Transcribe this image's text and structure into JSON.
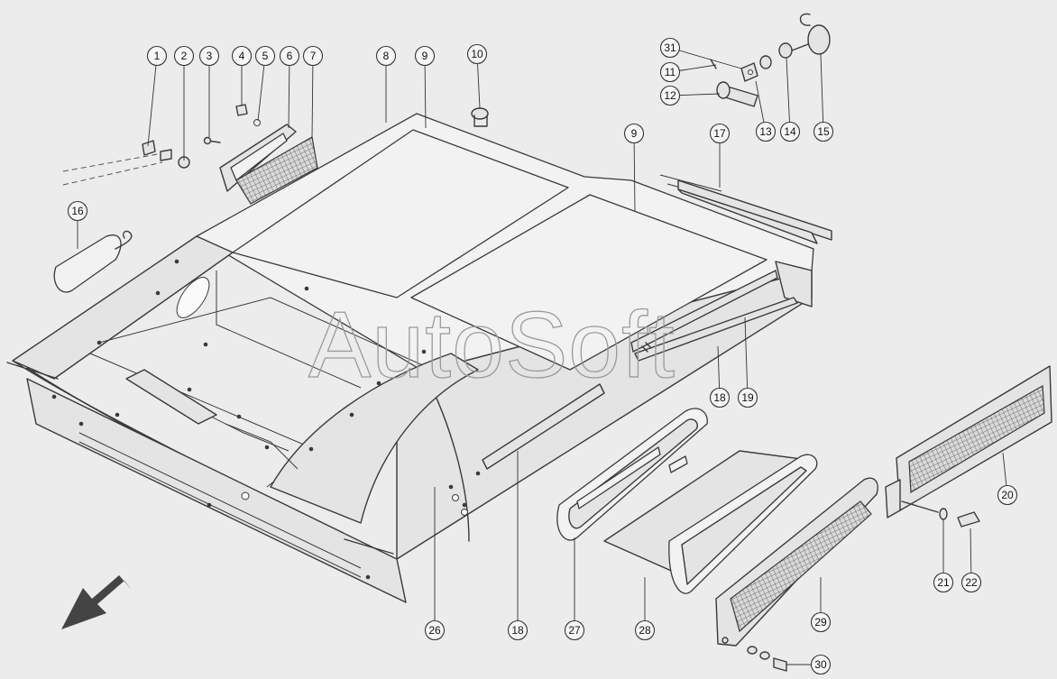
{
  "watermark": "AutoSoft",
  "callouts": [
    {
      "label": "1"
    },
    {
      "label": "2"
    },
    {
      "label": "3"
    },
    {
      "label": "4"
    },
    {
      "label": "5"
    },
    {
      "label": "6"
    },
    {
      "label": "7"
    },
    {
      "label": "8"
    },
    {
      "label": "9"
    },
    {
      "label": "10"
    },
    {
      "label": "31"
    },
    {
      "label": "11"
    },
    {
      "label": "12"
    },
    {
      "label": "13"
    },
    {
      "label": "14"
    },
    {
      "label": "15"
    },
    {
      "label": "9"
    },
    {
      "label": "17"
    },
    {
      "label": "16"
    },
    {
      "label": "18"
    },
    {
      "label": "19"
    },
    {
      "label": "20"
    },
    {
      "label": "21"
    },
    {
      "label": "22"
    },
    {
      "label": "26"
    },
    {
      "label": "18"
    },
    {
      "label": "27"
    },
    {
      "label": "28"
    },
    {
      "label": "29"
    },
    {
      "label": "30"
    }
  ],
  "icons": {
    "direction_arrow": "front-direction-arrow-icon"
  },
  "colors": {
    "background": "#ececec",
    "line": "#3a3a3a"
  }
}
